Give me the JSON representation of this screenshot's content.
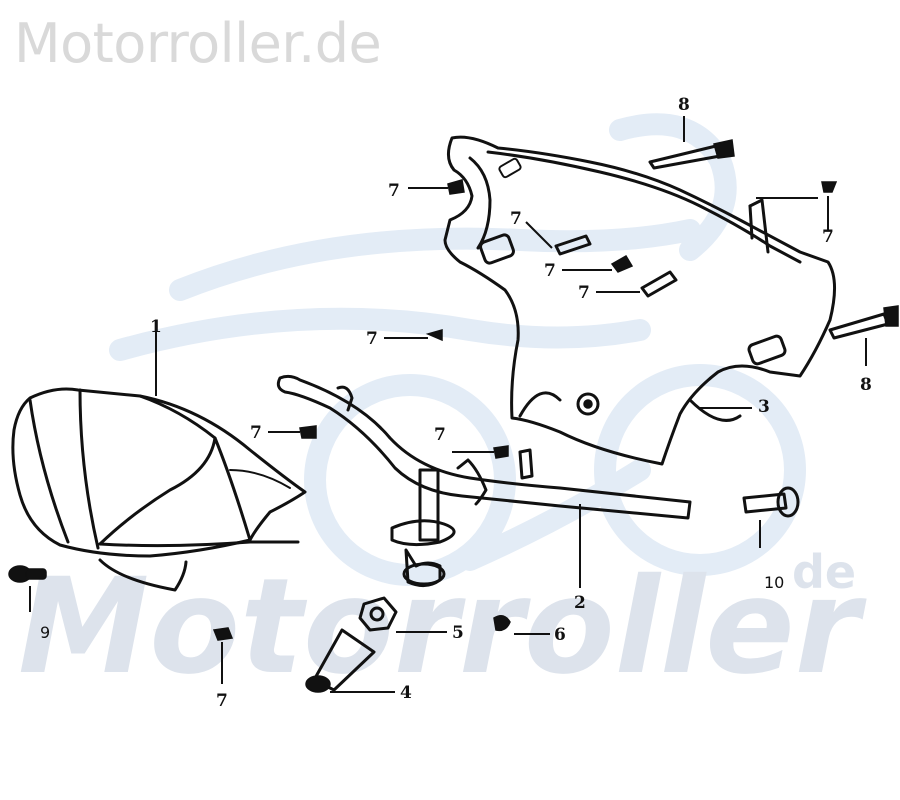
{
  "header": {
    "site_title": "Motorroller.de"
  },
  "watermark": {
    "brand": "Motorroller",
    "suffix": "de",
    "color": "#dde3ec",
    "logo_color": "#e3ecf6"
  },
  "callouts": {
    "part_1": "1",
    "part_2": "2",
    "part_3": "3",
    "part_4": "4",
    "part_5": "5",
    "part_6": "6",
    "part_7a": "7",
    "part_7b": "7",
    "part_7c": "7",
    "part_7d": "7",
    "part_7e": "7",
    "part_7f": "7",
    "part_7g": "7",
    "part_7h": "7",
    "part_7i": "7",
    "part_8a": "8",
    "part_8b": "8",
    "part_9": "9",
    "part_10": "10"
  }
}
